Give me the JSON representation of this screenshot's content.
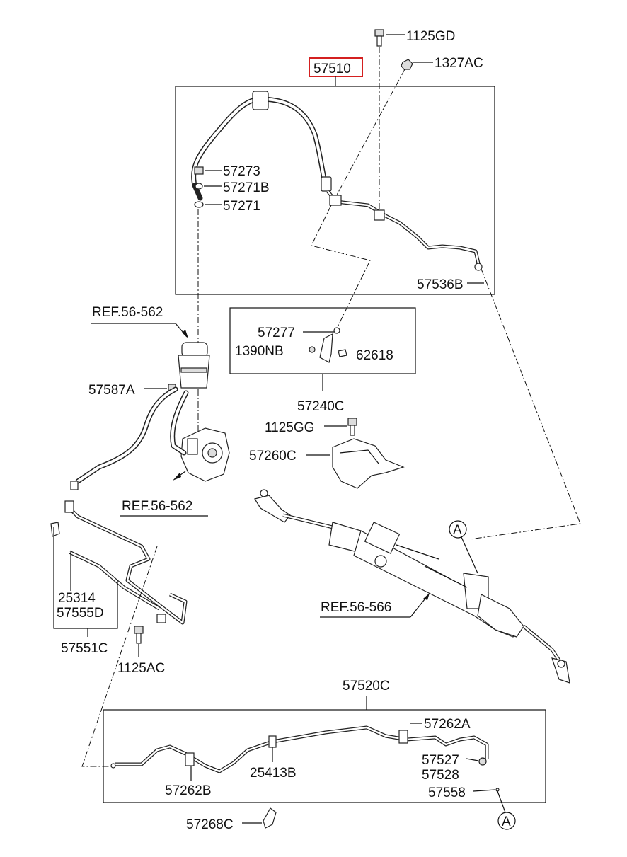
{
  "callouts": {
    "c1125GD": "1125GD",
    "c1327AC": "1327AC",
    "c57510": "57510",
    "c57273": "57273",
    "c57271B": "57271B",
    "c57271": "57271",
    "c57536B": "57536B",
    "cRef562Top": "REF.56-562",
    "c57277": "57277",
    "c1390NB": "1390NB",
    "c62618": "62618",
    "c57240C": "57240C",
    "c57587A": "57587A",
    "c1125GG": "1125GG",
    "c57260C": "57260C",
    "cRef562Bottom": "REF.56-562",
    "cMarkerA1": "A",
    "c25314": "25314",
    "c57555D": "57555D",
    "cRef566": "REF.56-566",
    "c57551C": "57551C",
    "c1125AC": "1125AC",
    "c57520C": "57520C",
    "c57262A": "57262A",
    "c25413B": "25413B",
    "c57527": "57527",
    "c57528": "57528",
    "c57262B": "57262B",
    "c57558": "57558",
    "c57268C": "57268C",
    "cMarkerA2": "A"
  },
  "colors": {
    "highlight_box": "#d42020",
    "line": "#111111"
  }
}
